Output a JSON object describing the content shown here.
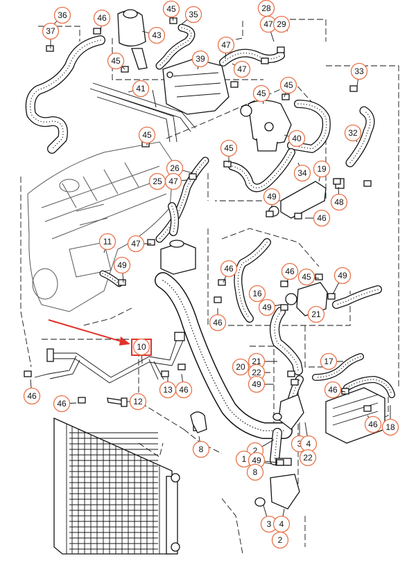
{
  "callouts": {
    "c36": "36",
    "c46a": "46",
    "c45a": "45",
    "c35": "35",
    "c37": "37",
    "c43": "43",
    "c28": "28",
    "c47a": "47",
    "c29": "29",
    "c47b": "47",
    "c47c": "47",
    "c45b": "45",
    "c39": "39",
    "c33": "33",
    "c41": "41",
    "c45c": "45",
    "c45d": "45",
    "c32": "32",
    "c40": "40",
    "c45e": "45",
    "c45f": "45",
    "c26": "26",
    "c25": "25",
    "c47d": "47",
    "c34": "34",
    "c19": "19",
    "c49a": "49",
    "c48": "48",
    "c46b": "46",
    "c47e": "47",
    "c11": "11",
    "c49b": "49",
    "c46c": "46",
    "c46d": "46",
    "c45g": "45",
    "c49c": "49",
    "c16": "16",
    "c49d": "49",
    "c21a": "21",
    "c46e": "46",
    "c10": "10",
    "c20": "20",
    "c21b": "21",
    "c22a": "22",
    "c49e": "49",
    "c17": "17",
    "c46f": "46",
    "c46g": "46",
    "c13": "13",
    "c46h": "46",
    "c12": "12",
    "c46i": "46",
    "c46j": "46",
    "c18": "18",
    "c3a": "3",
    "c4a": "4",
    "c22b": "22",
    "c8a": "8",
    "c2a": "2",
    "c1": "1",
    "c49f": "49",
    "c8b": "8",
    "c3b": "3",
    "c4b": "4",
    "c2b": "2"
  },
  "colors": {
    "callout_ring": "#e8734a",
    "pointer_arrow": "#e0322a",
    "highlight_box": "#e0322a",
    "lines": "#111111"
  },
  "highlight": {
    "target_callout": "10"
  }
}
